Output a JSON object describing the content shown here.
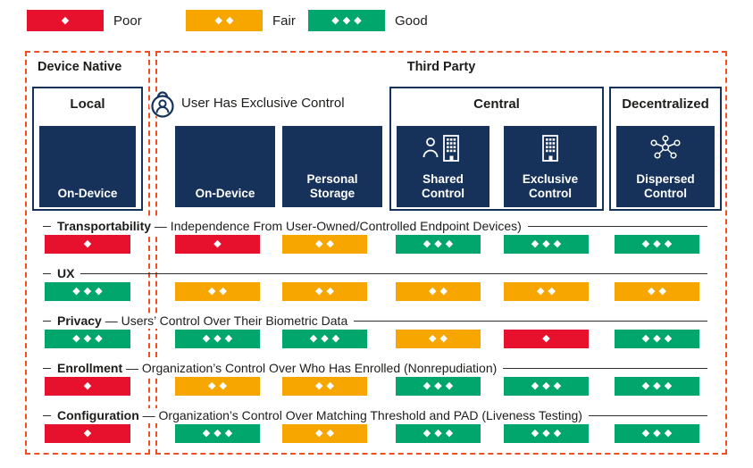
{
  "legend": {
    "items": [
      {
        "level": "poor",
        "label": "Poor"
      },
      {
        "level": "fair",
        "label": "Fair"
      },
      {
        "level": "good",
        "label": "Good"
      }
    ]
  },
  "sections": {
    "device_native": {
      "title": "Device Native"
    },
    "third_party": {
      "title": "Third Party"
    }
  },
  "groups": [
    {
      "title": "Local",
      "boxes": [
        {
          "label": "On-Device"
        }
      ]
    },
    {
      "title": "User Has Exclusive Control",
      "icon": "user-lock-icon",
      "boxes": [
        {
          "label": "On-Device"
        },
        {
          "label": "Personal Storage"
        }
      ]
    },
    {
      "title": "Central",
      "boxes": [
        {
          "label": "Shared Control",
          "icon": "person-building-icon"
        },
        {
          "label": "Exclusive Control",
          "icon": "building-icon"
        }
      ]
    },
    {
      "title": "Decentralized",
      "boxes": [
        {
          "label": "Dispersed Control",
          "icon": "network-icon"
        }
      ]
    }
  ],
  "colors": {
    "navy": "#16325b",
    "dashed_border": "#f04e23"
  },
  "ratings": {
    "levels": {
      "poor": {
        "label": "Poor",
        "color": "#e8112d",
        "diamonds": 1
      },
      "fair": {
        "label": "Fair",
        "color": "#f7a600",
        "diamonds": 2
      },
      "good": {
        "label": "Good",
        "color": "#00a66c",
        "diamonds": 3
      }
    },
    "columns": [
      "Local On-Device",
      "User-Exclusive On-Device",
      "Personal Storage",
      "Shared Control",
      "Exclusive Control",
      "Dispersed Control"
    ],
    "rows": [
      {
        "name": "Transportability",
        "description": "— Independence From User-Owned/Controlled Endpoint Devices)",
        "cells": [
          "poor",
          "poor",
          "fair",
          "good",
          "good",
          "good"
        ]
      },
      {
        "name": "UX",
        "description": "",
        "cells": [
          "good",
          "fair",
          "fair",
          "fair",
          "fair",
          "fair"
        ]
      },
      {
        "name": "Privacy",
        "description": "— Users’ Control Over Their Biometric Data",
        "cells": [
          "good",
          "good",
          "good",
          "fair",
          "poor",
          "good"
        ]
      },
      {
        "name": "Enrollment",
        "description": "— Organization’s Control Over Who Has Enrolled (Nonrepudiation)",
        "cells": [
          "poor",
          "fair",
          "fair",
          "good",
          "good",
          "good"
        ]
      },
      {
        "name": "Configuration",
        "description": "— Organization’s Control Over Matching Threshold and PAD (Liveness Testing)",
        "cells": [
          "poor",
          "good",
          "fair",
          "good",
          "good",
          "good"
        ]
      }
    ]
  }
}
